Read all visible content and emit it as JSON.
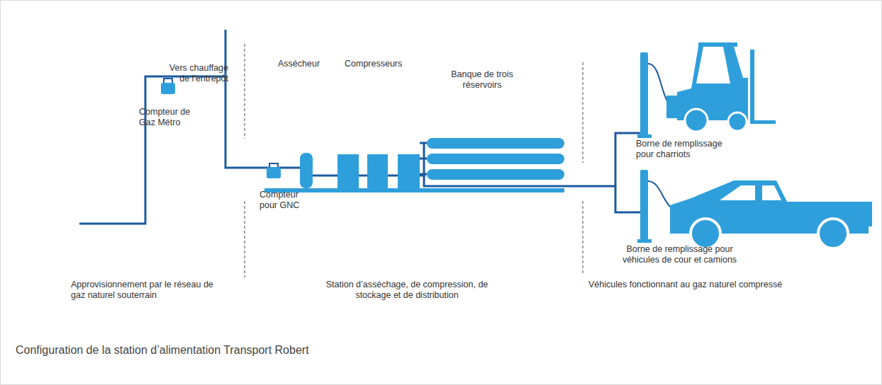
{
  "diagram": {
    "caption": "Configuration de la station d’alimentation Transport Robert",
    "labels": [
      "Vers chauffage de l’entrepôt",
      "Compteur de Gaz Métro",
      "Assécheur",
      "Compresseurs",
      "Banque de trois réservoirs",
      "Compteur pour GNC",
      "Borne de remplissage pour charriots",
      "Borne de remplissage pour véhicules de cour et camions",
      "Approvisionnement par le réseau de gaz naturel souterrain",
      "Station d’asséchage, de compression, de stockage et de distribution",
      "Véhicules fonctionnant au gaz naturel compressé"
    ]
  }
}
